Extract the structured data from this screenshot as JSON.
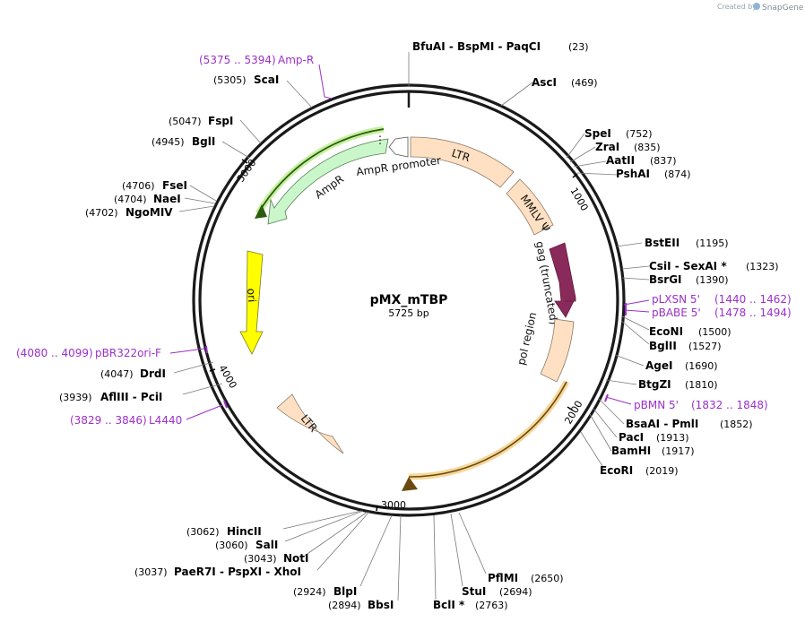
{
  "credit": {
    "prefix": "Created by",
    "brand": "SnapGene"
  },
  "plasmid": {
    "name": "pMX_mTBP",
    "size": "5725 bp"
  },
  "colors": {
    "primer": "#9b30c9",
    "ampr": "#c9f7c9",
    "ampr_highlight": "#2c7a16",
    "ori": "#ffff00",
    "ltr": "#ffe0c2",
    "gag": "#8a2a5b",
    "orf_highlight": "#f0b34a"
  },
  "ticks": [
    "1000",
    "2000",
    "3000",
    "4000",
    "5000"
  ],
  "features": {
    "ltr_top": "LTR",
    "mmlv": "MMLV Ψ",
    "gag": "gag (truncated)",
    "pol": "pol region",
    "ltr_bottom": "LTR",
    "ampr": "AmpR",
    "ampr_promoter": "AmpR promoter",
    "ori": "ori"
  },
  "sites": {
    "bfuai": {
      "names": "BfuAI  -  BspMI  -  PaqCI",
      "pos": "(23)"
    },
    "asci": {
      "names": "AscI",
      "pos": "(469)"
    },
    "spei": {
      "names": "SpeI",
      "pos": "(752)"
    },
    "zrai": {
      "names": "ZraI",
      "pos": "(835)"
    },
    "aatii": {
      "names": "AatII",
      "pos": "(837)"
    },
    "pshai": {
      "names": "PshAI",
      "pos": "(874)"
    },
    "bsteii": {
      "names": "BstEII",
      "pos": "(1195)"
    },
    "csii": {
      "names": "CsiI  -  SexAI *",
      "pos": "(1323)"
    },
    "bsrgi": {
      "names": "BsrGI",
      "pos": "(1390)"
    },
    "econi": {
      "names": "EcoNI",
      "pos": "(1500)"
    },
    "bglii": {
      "names": "BglII",
      "pos": "(1527)"
    },
    "agei": {
      "names": "AgeI",
      "pos": "(1690)"
    },
    "btgzi": {
      "names": "BtgZI",
      "pos": "(1810)"
    },
    "bsaai": {
      "names": "BsaAI  -  PmlI",
      "pos": "(1852)"
    },
    "paci": {
      "names": "PacI",
      "pos": "(1913)"
    },
    "bamhi": {
      "names": "BamHI",
      "pos": "(1917)"
    },
    "ecori": {
      "names": "EcoRI",
      "pos": "(2019)"
    },
    "pflmi": {
      "names": "PflMI",
      "pos": "(2650)"
    },
    "stui": {
      "names": "StuI",
      "pos": "(2694)"
    },
    "bcli": {
      "names": "BclI *",
      "pos": "(2763)"
    },
    "bbsi": {
      "names": "BbsI",
      "pos": "(2894)"
    },
    "blpi": {
      "names": "BlpI",
      "pos": "(2924)"
    },
    "paer7i": {
      "names": "PaeR7I  -  PspXI  -  XhoI",
      "pos": "(3037)"
    },
    "noti": {
      "names": "NotI",
      "pos": "(3043)"
    },
    "sali": {
      "names": "SalI",
      "pos": "(3060)"
    },
    "hincii": {
      "names": "HincII",
      "pos": "(3062)"
    },
    "afliii": {
      "names": "AflIII  -  PciI",
      "pos": "(3939)"
    },
    "drdi": {
      "names": "DrdI",
      "pos": "(4047)"
    },
    "ngomiv": {
      "names": "NgoMIV",
      "pos": "(4702)"
    },
    "naei": {
      "names": "NaeI",
      "pos": "(4704)"
    },
    "fsei": {
      "names": "FseI",
      "pos": "(4706)"
    },
    "bgli": {
      "names": "BglI",
      "pos": "(4945)"
    },
    "fspi": {
      "names": "FspI",
      "pos": "(5047)"
    },
    "scai": {
      "names": "ScaI",
      "pos": "(5305)"
    }
  },
  "primers": {
    "ampr": {
      "name": "Amp-R",
      "range": "(5375 .. 5394)"
    },
    "plxsn": {
      "name": "pLXSN 5'",
      "range": "(1440 .. 1462)"
    },
    "pbabe": {
      "name": "pBABE 5'",
      "range": "(1478 .. 1494)"
    },
    "pbmn": {
      "name": "pBMN 5'",
      "range": "(1832 .. 1848)"
    },
    "pbr322": {
      "name": "pBR322ori-F",
      "range": "(4080 .. 4099)"
    },
    "l4440": {
      "name": "L4440",
      "range": "(3829 .. 3846)"
    }
  }
}
